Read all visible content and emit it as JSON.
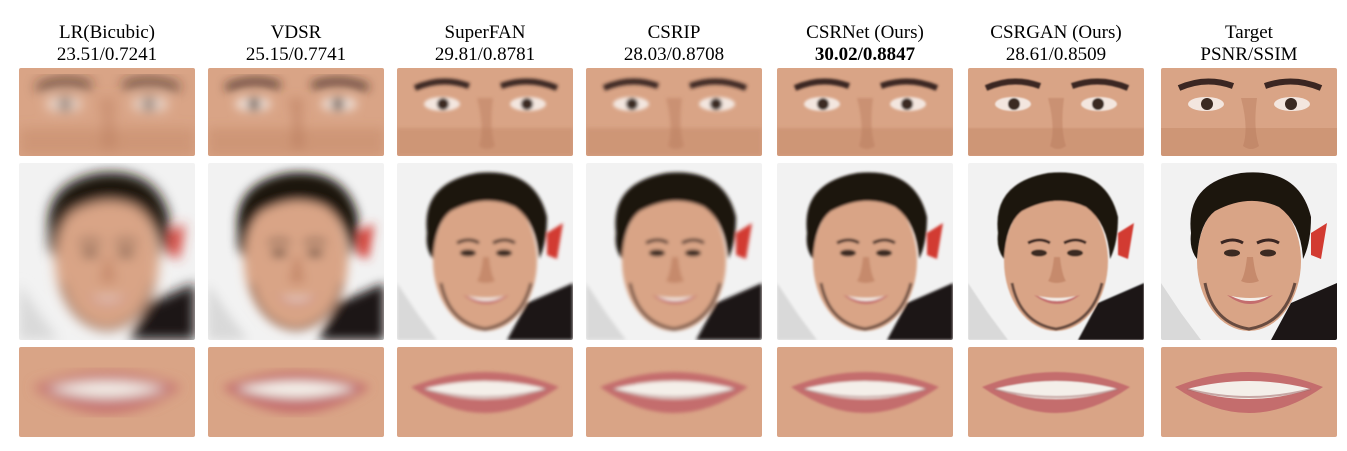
{
  "columns": [
    {
      "title": "LR(Bicubic)",
      "metric": "23.51/0.7241",
      "bold": false,
      "blur": 6.0,
      "sharp": false
    },
    {
      "title": "VDSR",
      "metric": "25.15/0.7741",
      "bold": false,
      "blur": 5.0,
      "sharp": false
    },
    {
      "title": "SuperFAN",
      "metric": "29.81/0.8781",
      "bold": false,
      "blur": 1.6,
      "sharp": true
    },
    {
      "title": "CSRIP",
      "metric": "28.03/0.8708",
      "bold": false,
      "blur": 1.8,
      "sharp": true
    },
    {
      "title": "CSRNet (Ours)",
      "metric": "30.02/0.8847",
      "bold": true,
      "blur": 1.4,
      "sharp": true
    },
    {
      "title": "CSRGAN (Ours)",
      "metric": "28.61/0.8509",
      "bold": false,
      "blur": 0.9,
      "sharp": true
    },
    {
      "title": "Target",
      "metric": "PSNR/SSIM",
      "bold": false,
      "blur": 0.3,
      "sharp": true
    }
  ],
  "colors": {
    "skin": "#d9a486",
    "skin_shadow": "#b97a5c",
    "hair": "#1b1210",
    "lips": "#c46d6d",
    "teeth": "#f4efe9",
    "background": "#f2f2f2",
    "accent_red": "#d23a32",
    "shirt": "#1a1718"
  }
}
